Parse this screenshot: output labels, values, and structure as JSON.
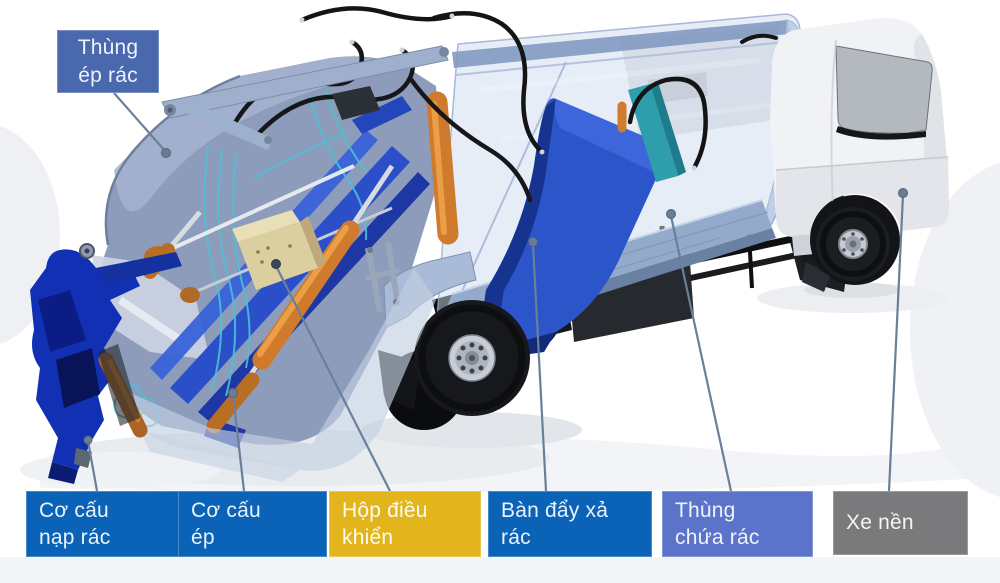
{
  "labels": [
    {
      "id": "thung-ep-rac",
      "lines": [
        "Thùng",
        "ép rác"
      ],
      "bg": "#4a68ae",
      "text_color": "#eef3fb"
    },
    {
      "id": "co-cau-nap-rac",
      "lines": [
        "Cơ cấu",
        "nạp rác"
      ],
      "bg": "#0b63b8",
      "text_color": "#eaf3fc"
    },
    {
      "id": "co-cau-ep",
      "lines": [
        "Cơ cấu",
        "ép"
      ],
      "bg": "#0b63b8",
      "text_color": "#eaf3fc"
    },
    {
      "id": "hop-dieu-khien",
      "lines": [
        "Hộp điều",
        "khiển"
      ],
      "bg": "#e2b51d",
      "text_color": "#fdfaf0"
    },
    {
      "id": "ban-day-xa-rac",
      "lines": [
        "Bàn đẩy xả",
        "rác"
      ],
      "bg": "#0b63b8",
      "text_color": "#eaf3fc"
    },
    {
      "id": "thung-chua-rac",
      "lines": [
        "Thùng",
        "chứa rác"
      ],
      "bg": "#5b74c9",
      "text_color": "#eef3fb"
    },
    {
      "id": "xe-nen",
      "lines": [
        "Xe nền"
      ],
      "bg": "#7a7a7c",
      "text_color": "#f5f5f6"
    }
  ],
  "illustration": {
    "subject": "cutaway 3D render of a garbage compactor truck",
    "accent_colors": {
      "container_translucent": "#c8d8ec",
      "compactor_shell": "#8e9cbc",
      "push_plate_blue": "#2b55c8",
      "hydraulic_orange": "#cf7a2c",
      "loader_dark_blue": "#1130b4",
      "control_box_beige": "#dccf9f",
      "teal_cylinder": "#2e9dac",
      "leader_line": "#69809b",
      "cab_white": "#f1f2f5"
    }
  }
}
